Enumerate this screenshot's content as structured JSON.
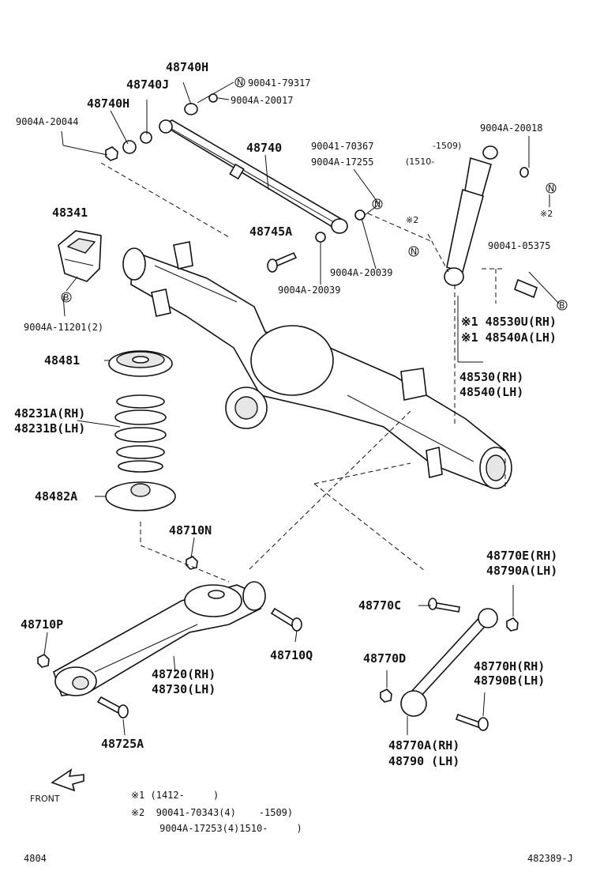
{
  "labels": {
    "p48740H_top": "48740H",
    "p48740J": "48740J",
    "p90041_79317": "90041-79317",
    "p9004A_20017": "9004A-20017",
    "p48740H_left": "48740H",
    "p9004A_20044": "9004A-20044",
    "p48740": "48740",
    "p90041_70367": "90041-70367",
    "p90041_70367_date": "-1509)",
    "p9004A_17255": "9004A-17255",
    "p9004A_17255_date": "(1510-",
    "p9004A_20018": "9004A-20018",
    "p48341": "48341",
    "p48745A": "48745A",
    "p9004A_20039_a": "9004A-20039",
    "p9004A_20039_b": "9004A-20039",
    "p90041_05375": "90041-05375",
    "p9004A_11201": "9004A-11201(2)",
    "mark2_a": "※2",
    "mark2_b": "※2",
    "p48530U": "※1 48530U(RH)",
    "p48540A_note": "※1 48540A(LH)",
    "p48530": "48530(RH)",
    "p48540": "48540(LH)",
    "p48481": "48481",
    "p48231A": "48231A(RH)",
    "p48231B": "48231B(LH)",
    "p48482A": "48482A",
    "p48710N": "48710N",
    "p48770E": "48770E(RH)",
    "p48790A": "48790A(LH)",
    "p48710P": "48710P",
    "p48770C": "48770C",
    "p48710Q": "48710Q",
    "p48720": "48720(RH)",
    "p48730": "48730(LH)",
    "p48770D": "48770D",
    "p48770H": "48770H(RH)",
    "p48790B": "48790B(LH)",
    "p48725A": "48725A",
    "p48770A": "48770A(RH)",
    "p48790": "48790 (LH)",
    "circle_N": "N",
    "circle_B": "B"
  },
  "notes": {
    "front": "FRONT",
    "note1": "※1 (1412-     )",
    "note2_line1": "※2  90041-70343(4)    -1509)",
    "note2_line2": "     9004A-17253(4)1510-     )"
  },
  "footer": {
    "left_code": "4804",
    "right_code": "482389-J"
  }
}
